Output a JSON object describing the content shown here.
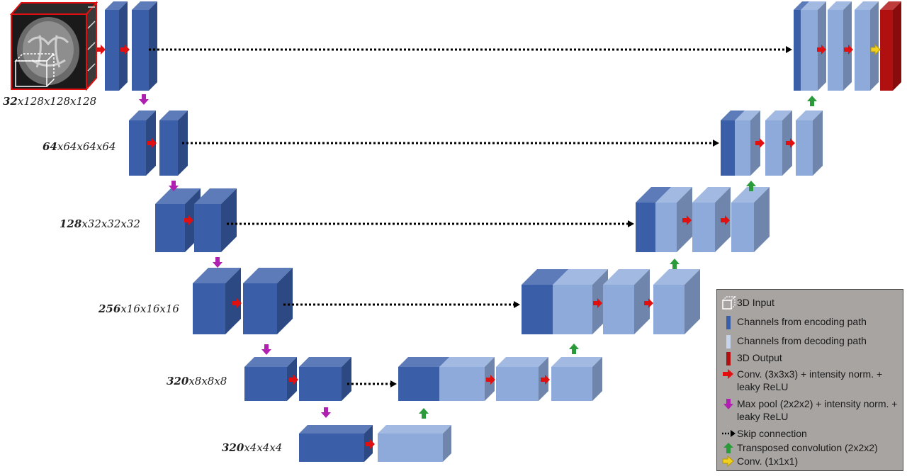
{
  "levels": [
    {
      "channels": "32",
      "dims": "x128x128x128"
    },
    {
      "channels": "64",
      "dims": "x64x64x64"
    },
    {
      "channels": "128",
      "dims": "x32x32x32"
    },
    {
      "channels": "256",
      "dims": "x16x16x16"
    },
    {
      "channels": "320",
      "dims": "x8x8x8"
    },
    {
      "channels": "320",
      "dims": "x4x4x4"
    }
  ],
  "legend": {
    "input": "3D Input",
    "encoding": "Channels from encoding path",
    "decoding": "Channels from decoding path",
    "output": "3D Output",
    "conv": "Conv. (3x3x3) + intensity norm. + leaky ReLU",
    "maxpool": "Max pool (2x2x2) + intensity norm. + leaky ReLU",
    "skip": "Skip connection",
    "transposed": "Transposed convolution (2x2x2)",
    "conv1x1": "Conv. (1x1x1)"
  },
  "colors": {
    "encoding": "#3a5ea8",
    "decoding": "#8eaadb",
    "output": "#b01010",
    "conv_arrow": "#e01010",
    "maxpool_arrow": "#b020b0",
    "transposed_arrow": "#2a9a3a",
    "conv1x1_arrow": "#f0d020",
    "legend_bg": "#a8a4a2"
  }
}
